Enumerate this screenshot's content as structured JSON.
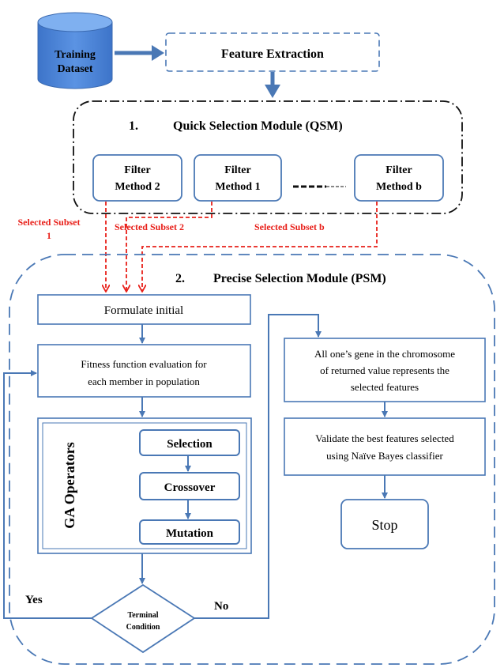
{
  "database": {
    "line1": "Training",
    "line2": "Dataset"
  },
  "feature_extraction": "Feature Extraction",
  "qsm": {
    "number": "1.",
    "title": "Quick Selection Module (QSM)"
  },
  "filters": [
    {
      "line1": "Filter",
      "line2": "Method 2"
    },
    {
      "line1": "Filter",
      "line2": "Method 1"
    },
    {
      "line1": "Filter",
      "line2": "Method b"
    }
  ],
  "subsets": {
    "s1_line1": "Selected Subset",
    "s1_line2": "1",
    "s2": "Selected Subset 2",
    "sb": "Selected Subset b"
  },
  "psm": {
    "number": "2.",
    "title": "Precise Selection Module (PSM)"
  },
  "formulate": "Formulate initial",
  "fitness": {
    "line1": "Fitness function evaluation for",
    "line2": "each member in population"
  },
  "ga": {
    "label": "GA Operators",
    "selection": "Selection",
    "crossover": "Crossover",
    "mutation": "Mutation"
  },
  "terminal": {
    "line1": "Terminal",
    "line2": "Condition"
  },
  "yes_label": "Yes",
  "no_label": "No",
  "chromosome": {
    "line1": "All one’s gene in the chromosome",
    "line2": "of returned value represents the",
    "line3": "selected features"
  },
  "validate": {
    "line1": "Validate the best features selected",
    "line2": "using Naïve Bayes classifier"
  },
  "stop": "Stop",
  "colors": {
    "blue": "#4a78b5",
    "red": "#e8201a",
    "cylinder": "#4f86d9"
  }
}
